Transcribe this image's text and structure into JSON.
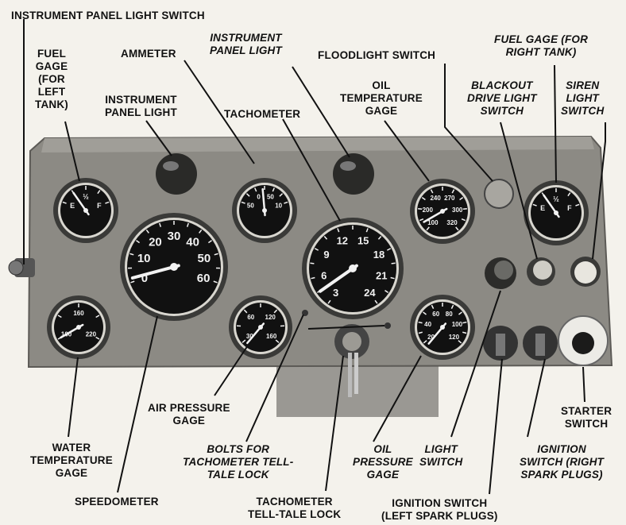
{
  "colors": {
    "panel": "#8c8a84",
    "panel_top": "#a09e98",
    "gauge_rim": "#3a3a38",
    "gauge_face": "#111111",
    "needle": "#f2f2f2",
    "ink": "#111111",
    "paper": "#f4f2ec"
  },
  "labels": {
    "instrument_panel_light_switch": "INSTRUMENT PANEL LIGHT SWITCH",
    "fuel_gage_left": "FUEL\nGAGE\n(FOR\nLEFT\nTANK)",
    "ammeter": "AMMETER",
    "instrument_panel_light_top": "INSTRUMENT\nPANEL LIGHT",
    "floodlight_switch": "FLOODLIGHT SWITCH",
    "fuel_gage_right": "FUEL GAGE (FOR\nRIGHT TANK)",
    "instrument_panel_light_left": "INSTRUMENT\nPANEL LIGHT",
    "tachometer": "TACHOMETER",
    "oil_temperature_gage": "OIL\nTEMPERATURE\nGAGE",
    "blackout_drive_light_switch": "BLACKOUT\nDRIVE LIGHT\nSWITCH",
    "siren_light_switch": "SIREN\nLIGHT\nSWITCH",
    "air_pressure_gage": "AIR PRESSURE\nGAGE",
    "starter_switch": "STARTER\nSWITCH",
    "water_temperature_gage": "WATER\nTEMPERATURE\nGAGE",
    "bolts_for_tachometer": "BOLTS FOR\nTACHOMETER TELL-\nTALE LOCK",
    "oil_pressure_gage": "OIL\nPRESSURE\nGAGE",
    "light_switch": "LIGHT\nSWITCH",
    "ignition_switch_right": "IGNITION\nSWITCH (RIGHT\nSPARK PLUGS)",
    "speedometer": "SPEEDOMETER",
    "tachometer_tell_tale_lock": "TACHOMETER\nTELL-TALE LOCK",
    "ignition_switch_left": "IGNITION SWITCH\n(LEFT SPARK PLUGS)"
  },
  "dials": {
    "speedometer": [
      "0",
      "10",
      "20",
      "30",
      "40",
      "50",
      "60"
    ],
    "tachometer": [
      "3",
      "6",
      "9",
      "12",
      "15",
      "18",
      "21",
      "24"
    ],
    "ammeter": [
      "50",
      "0",
      "50",
      "10"
    ],
    "oil_temperature": [
      "100",
      "200",
      "240",
      "270",
      "300",
      "320"
    ],
    "air_pressure": [
      "30",
      "60",
      "120",
      "160"
    ],
    "oil_pressure": [
      "20",
      "40",
      "60",
      "80",
      "100",
      "120"
    ],
    "water_temperature": [
      "100",
      "160",
      "220"
    ],
    "fuel": [
      "E",
      "½",
      "F"
    ]
  }
}
